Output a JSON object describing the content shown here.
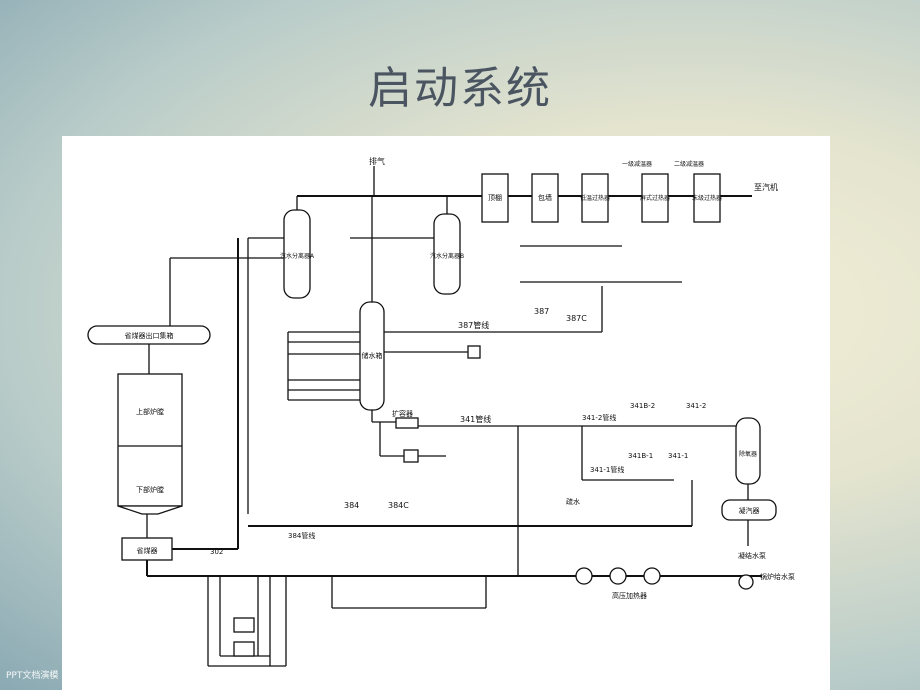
{
  "slide": {
    "title": "启动系统",
    "footer": "PPT文档演模"
  },
  "labels": {
    "steam_out": "排气",
    "hp_box_1": "顶棚",
    "hp_box_2": "包墙",
    "hp_box_3": "低温过热器",
    "hp_box_4": "屏式过热器",
    "hp_box_5": "末级过热器",
    "sep_1": "一级减温器",
    "sep_2": "二级减温器",
    "to_turbine": "至汽机",
    "separator_a": "汽水分离器A",
    "separator_b": "汽水分离器B",
    "economizer_outlet": "省煤器出口集箱",
    "furnace_upper": "上部炉膛",
    "furnace_lower": "下部炉膛",
    "economizer": "省煤器",
    "storage_tank": "储水箱",
    "line_387": "387",
    "line_387c": "387C",
    "line_387_pipe": "387管线",
    "flash_tank": "扩容器",
    "line_341": "341管线",
    "line_341_2": "341-2管线",
    "line_341b_2": "341B-2",
    "line_341_2b": "341-2",
    "line_341b_1": "341B-1",
    "line_341_1": "341-1",
    "line_341_1_pipe": "341-1管线",
    "deaerator": "除氧器",
    "drain": "疏水",
    "condenser": "凝汽器",
    "condensate_pump": "凝结水泵",
    "valve_384": "384",
    "valve_384c": "384C",
    "line_384": "384管线",
    "valve_302": "302",
    "hp_heaters": "高压加热器",
    "feed_pump": "锅炉给水泵"
  }
}
